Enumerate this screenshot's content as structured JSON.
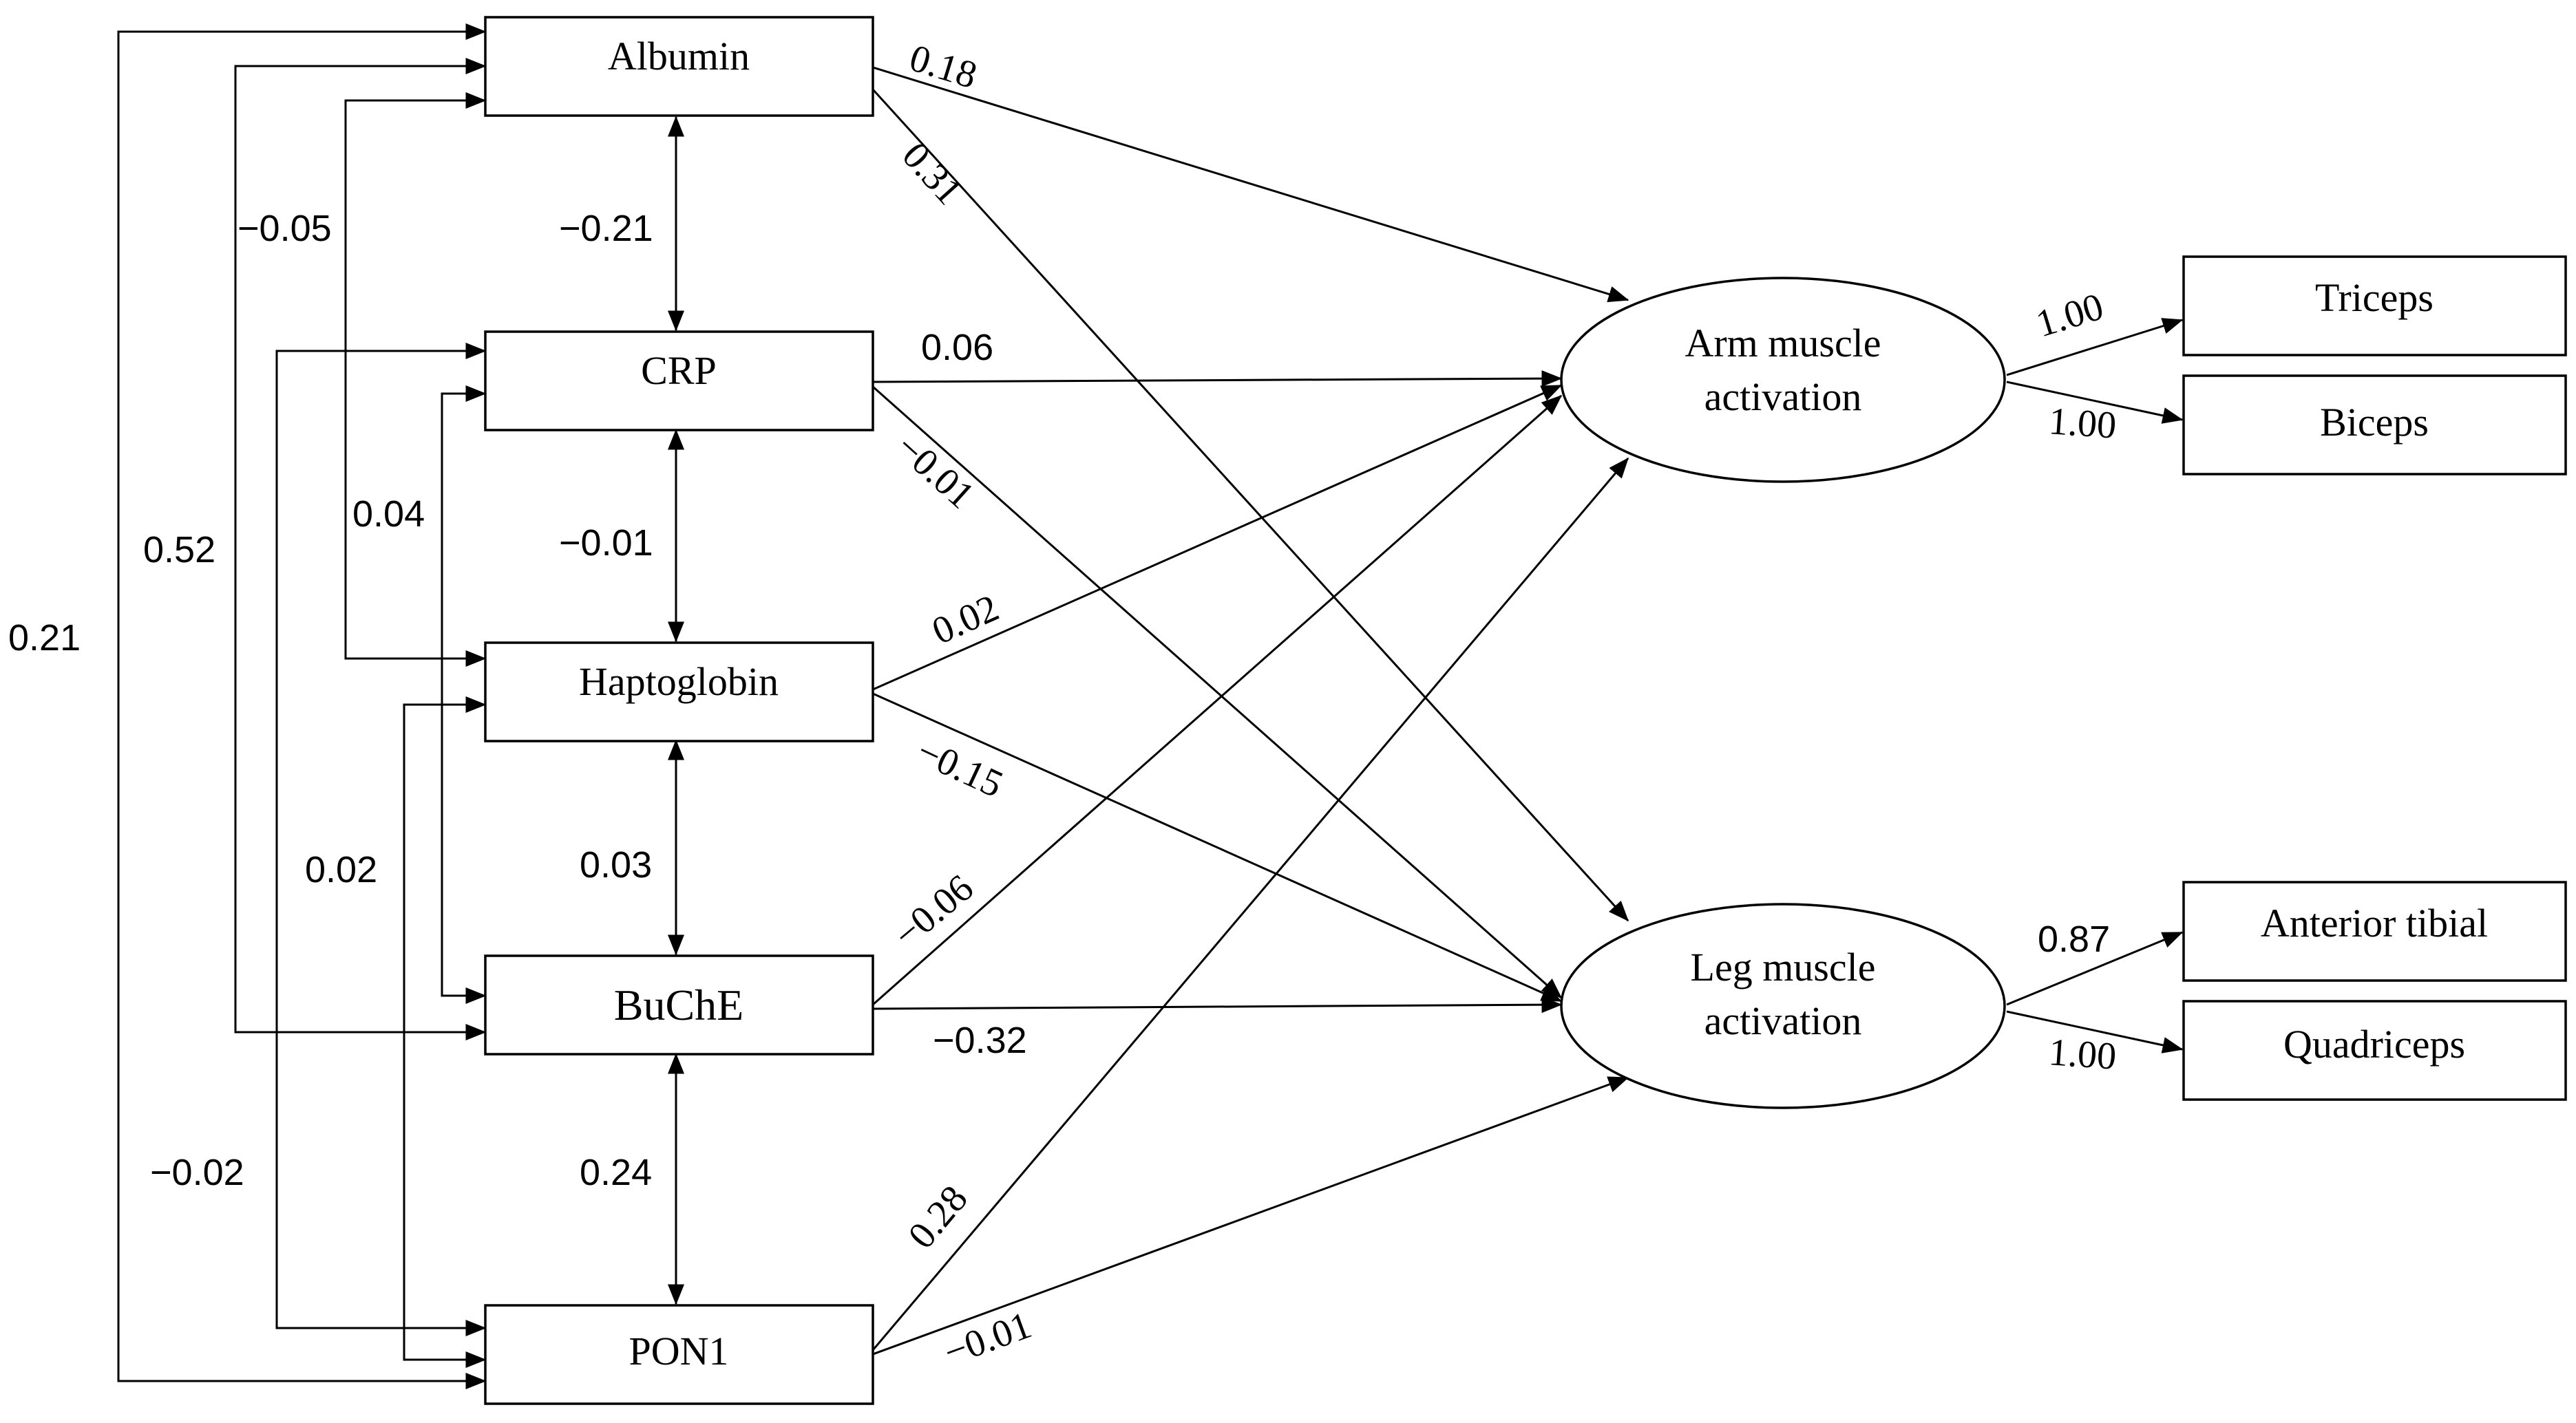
{
  "nodes": {
    "albumin": "Albumin",
    "crp": "CRP",
    "haptoglobin": "Haptoglobin",
    "buche": "BuChE",
    "pon1": "PON1",
    "arm_line1": "Arm muscle",
    "arm_line2": "activation",
    "leg_line1": "Leg muscle",
    "leg_line2": "activation",
    "triceps": "Triceps",
    "biceps": "Biceps",
    "anterior_tibial": "Anterior tibial",
    "quadriceps": "Quadriceps"
  },
  "covariances": {
    "albumin_crp": "−0.21",
    "crp_haptoglobin": "−0.01",
    "haptoglobin_buche": "0.03",
    "buche_pon1": "0.24",
    "albumin_haptoglobin": "−0.05",
    "albumin_buche": "0.52",
    "albumin_pon1": "0.21",
    "crp_buche": "0.04",
    "crp_pon1": "−0.02",
    "haptoglobin_pon1": "0.02"
  },
  "paths": {
    "albumin_arm": "0.18",
    "albumin_leg": "0.31",
    "crp_arm": "0.06",
    "crp_leg": "−0.01",
    "haptoglobin_arm": "0.02",
    "haptoglobin_leg": "−0.15",
    "buche_arm": "−0.06",
    "buche_leg": "−0.32",
    "pon1_arm": "0.28",
    "pon1_leg": "−0.01"
  },
  "loadings": {
    "arm_triceps": "1.00",
    "arm_biceps": "1.00",
    "leg_anterior_tibial": "0.87",
    "leg_quadriceps": "1.00"
  }
}
